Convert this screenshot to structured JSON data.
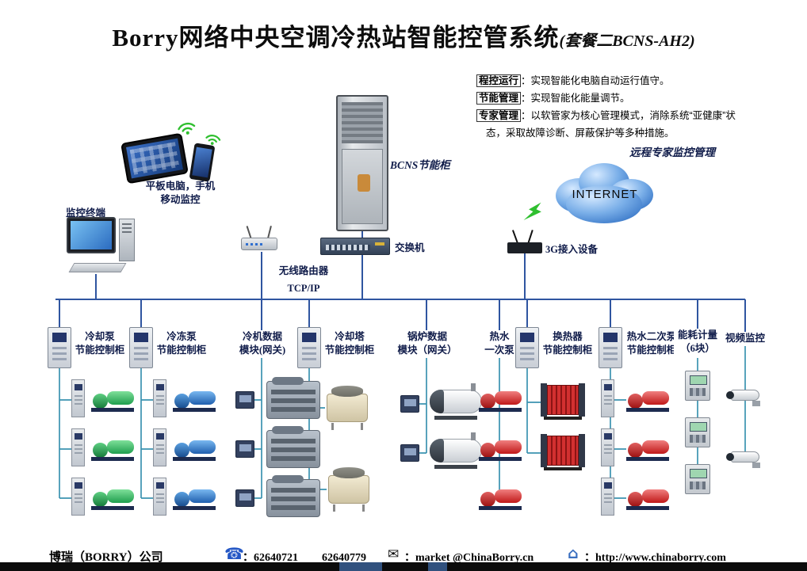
{
  "title": {
    "part1": "Borry网络中央空调",
    "cold": "冷",
    "hot": "热",
    "part2": "站智能控管系统",
    "suffix": "(套餐二BCNS-AH2)"
  },
  "notes": [
    {
      "label": "程控运行",
      "text": "：实现智能化电脑自动运行值守。"
    },
    {
      "label": "节能管理",
      "text": "：实现智能化能量调节。"
    },
    {
      "label": "专家管理",
      "text": "：以软管家为核心管理模式，消除系统“亚健康”状"
    },
    {
      "label": "",
      "text": "态，采取故障诊断、屏蔽保护等多种措施。"
    }
  ],
  "devices": {
    "mobile_line1": "平板电脑，手机",
    "mobile_line2": "移动监控",
    "terminal": "监控终端",
    "rack": "BCNS节能柜",
    "switch": "交换机",
    "router": "无线路由器",
    "tcpip": "TCP/IP",
    "internet": "INTERNET",
    "remote": "远程专家监控管理",
    "g3": "3G接入设备"
  },
  "columns": [
    {
      "line1": "冷却泵",
      "line2": "节能控制柜"
    },
    {
      "line1": "冷冻泵",
      "line2": "节能控制柜"
    },
    {
      "line1": "冷机数据",
      "line2": "模块(网关)"
    },
    {
      "line1": "冷却塔",
      "line2": "节能控制柜"
    },
    {
      "line1": "锅炉数据",
      "line2": "模块（网关）"
    },
    {
      "line1": "热水",
      "line2": "一次泵"
    },
    {
      "line1": "换热器",
      "line2": "节能控制柜"
    },
    {
      "line1": "热水二次泵",
      "line2": "节能控制柜"
    },
    {
      "line1": "能耗计量",
      "line2": "（6块）"
    },
    {
      "line1": "视频监控",
      "line2": ""
    }
  ],
  "footer": {
    "company": "博瑞（BORRY）公司",
    "colon": "：",
    "phone1": "62640721",
    "phone2": "62640779",
    "email": "market @ChinaBorry.cn",
    "website": "http://www.chinaborry.com"
  },
  "colors": {
    "trunk_line": "#2f55a0",
    "sub_line": "#3b93b0",
    "cold": "#1565d8",
    "hot": "#e01b1b"
  }
}
